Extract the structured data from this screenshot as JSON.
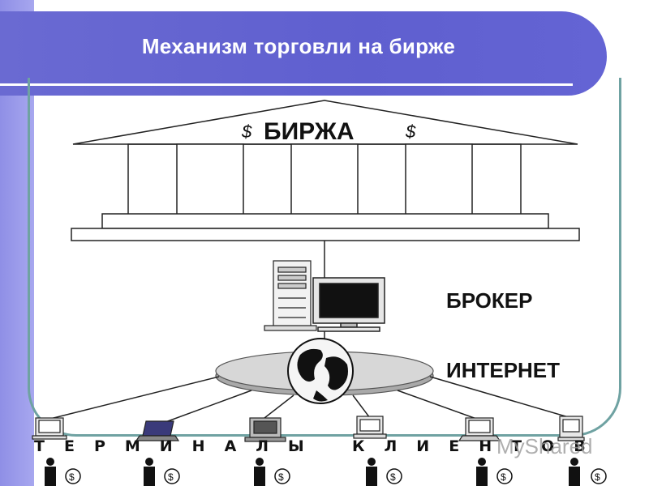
{
  "slide": {
    "title": "Механизм торговли на бирже"
  },
  "exchange": {
    "label": "БИРЖА",
    "currency_symbol": "$"
  },
  "broker": {
    "label": "БРОКЕР"
  },
  "internet": {
    "label": "ИНТЕРНЕТ"
  },
  "terminals": {
    "word_left": "ТЕРМИНАЛЫ",
    "word_right": "КЛИЕНТОВ"
  },
  "watermark": {
    "text": "MyShared"
  },
  "icons": [
    "exchange-building-icon",
    "server-tower-icon",
    "monitor-icon",
    "globe-icon",
    "client-computer-icon",
    "client-person-icon",
    "money-bag-icon"
  ]
}
